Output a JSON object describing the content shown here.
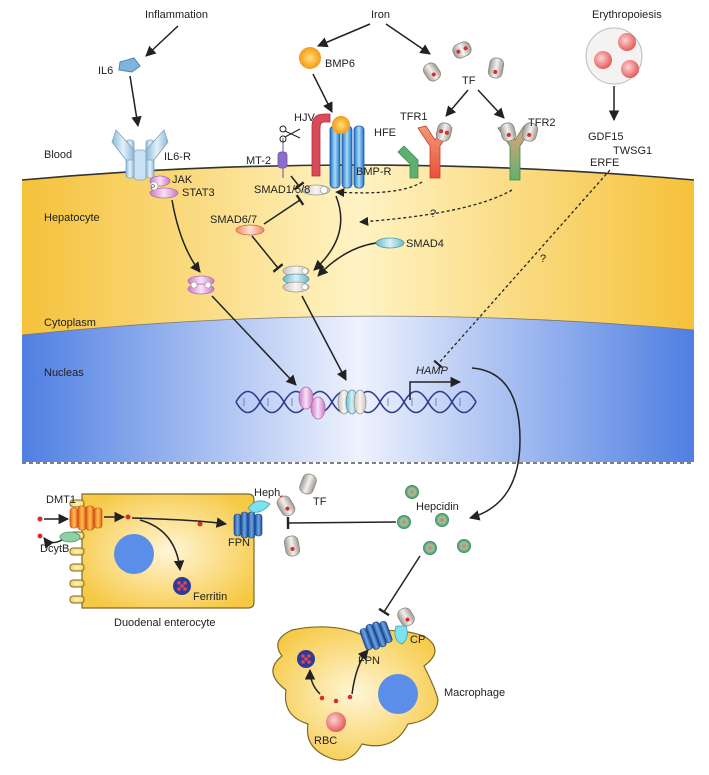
{
  "labels": {
    "inflammation": "Inflammation",
    "iron": "Iron",
    "erythropoiesis": "Erythropoiesis",
    "il6": "IL6",
    "bmp6": "BMP6",
    "tf": "TF",
    "hjv": "HJV",
    "mt2": "MT-2",
    "il6r": "IL6-R",
    "hfe": "HFE",
    "tfr1": "TFR1",
    "tfr2": "TFR2",
    "gdf15": "GDF15",
    "twsg1": "TWSG1",
    "erfe": "ERFE",
    "jak": "JAK",
    "stat3": "STAT3",
    "smad158": "SMAD1/5/8",
    "bmpr": "BMP-R",
    "smad67": "SMAD6/7",
    "smad4": "SMAD4",
    "question1": "?",
    "question2": "?",
    "blood": "Blood",
    "hepatocyte": "Hepatocyte",
    "cytoplasm": "Cytoplasm",
    "nucleas": "Nucleas",
    "hamp": "HAMP",
    "dmt1": "DMT1",
    "dcytb": "DcytB",
    "heph": "Heph",
    "tf_lower": "TF",
    "fpn_enterocyte": "FPN",
    "ferritin": "Ferritin",
    "duodenal_enterocyte": "Duodenal enterocyte",
    "hepcidin": "Hepcidin",
    "cp": "CP",
    "fpn_macrophage": "FPN",
    "macrophage": "Macrophage",
    "rbc": "RBC",
    "phospho": "P"
  },
  "colors": {
    "cytoplasm_yellow": "#f7c94a",
    "nucleus_blue": "#6f93e8",
    "bmp6_orange": "#f6a623",
    "hepcidin_green": "#4f9a6b",
    "rbc_red": "#e76a6a",
    "fpn_blue": "#2a5fa8",
    "il6_blue": "#7fb5dc",
    "smad_pink": "#d98ad0",
    "ferritin_navy": "#2f3a9c",
    "iron_red": "#d62e2e"
  }
}
